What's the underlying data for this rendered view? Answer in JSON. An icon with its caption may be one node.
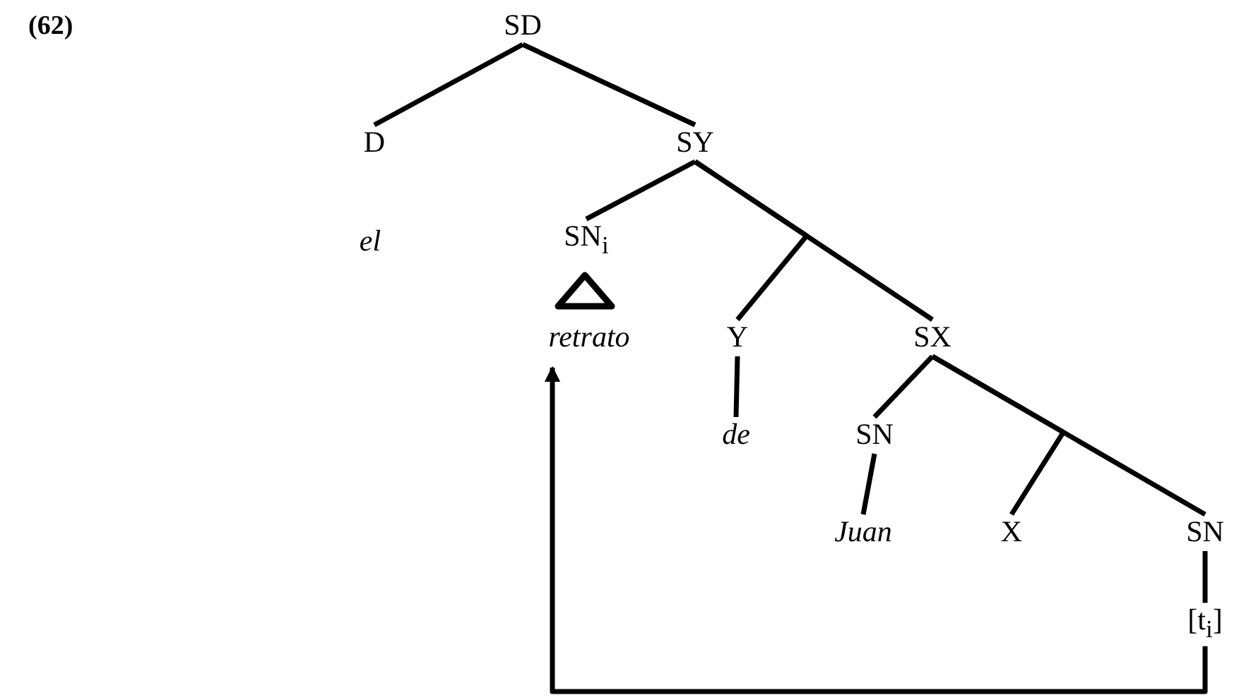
{
  "diagram": {
    "nodes": [
      {
        "text": [
          "SD"
        ]
      },
      {
        "text": [
          "D"
        ]
      },
      {
        "text": [
          "SY"
        ]
      },
      {
        "text": [
          "el"
        ]
      },
      {
        "text": [
          "SN$_{i}$"
        ]
      },
      {
        "text": [
          "retrato"
        ]
      },
      {
        "text": [
          "Y"
        ]
      },
      {
        "text": [
          "SX"
        ]
      },
      {
        "text": [
          "de"
        ]
      },
      {
        "text": [
          "SN"
        ]
      },
      {
        "text": [
          "Juan"
        ]
      },
      {
        "text": [
          "X"
        ]
      },
      {
        "text": [
          "SN"
        ]
      },
      {
        "text": [
          "[t$_{i}$]"
        ]
      },
      {
        "text": [],
        "shape": "triangle"
      }
    ],
    "edges": [
      {
        "from": 0,
        "to": 1,
        "arrow": "none"
      },
      {
        "from": 0,
        "to": 2,
        "arrow": "none"
      },
      {
        "from": 2,
        "to": 4,
        "arrow": "none"
      },
      {
        "from": 2,
        "to": 6,
        "arrow": "none"
      },
      {
        "from": 2,
        "to": 7,
        "arrow": "none"
      },
      {
        "from": 6,
        "to": 8,
        "arrow": "none"
      },
      {
        "from": 7,
        "to": 9,
        "arrow": "none"
      },
      {
        "from": 7,
        "to": 11,
        "arrow": "none"
      },
      {
        "from": 7,
        "to": 12,
        "arrow": "none"
      },
      {
        "from": 9,
        "to": 10,
        "arrow": "none"
      },
      {
        "from": 12,
        "to": 13,
        "arrow": "none"
      },
      {
        "from": 13,
        "to": 5,
        "arrow": "to"
      }
    ],
    "labels": [
      "(62)"
    ]
  }
}
